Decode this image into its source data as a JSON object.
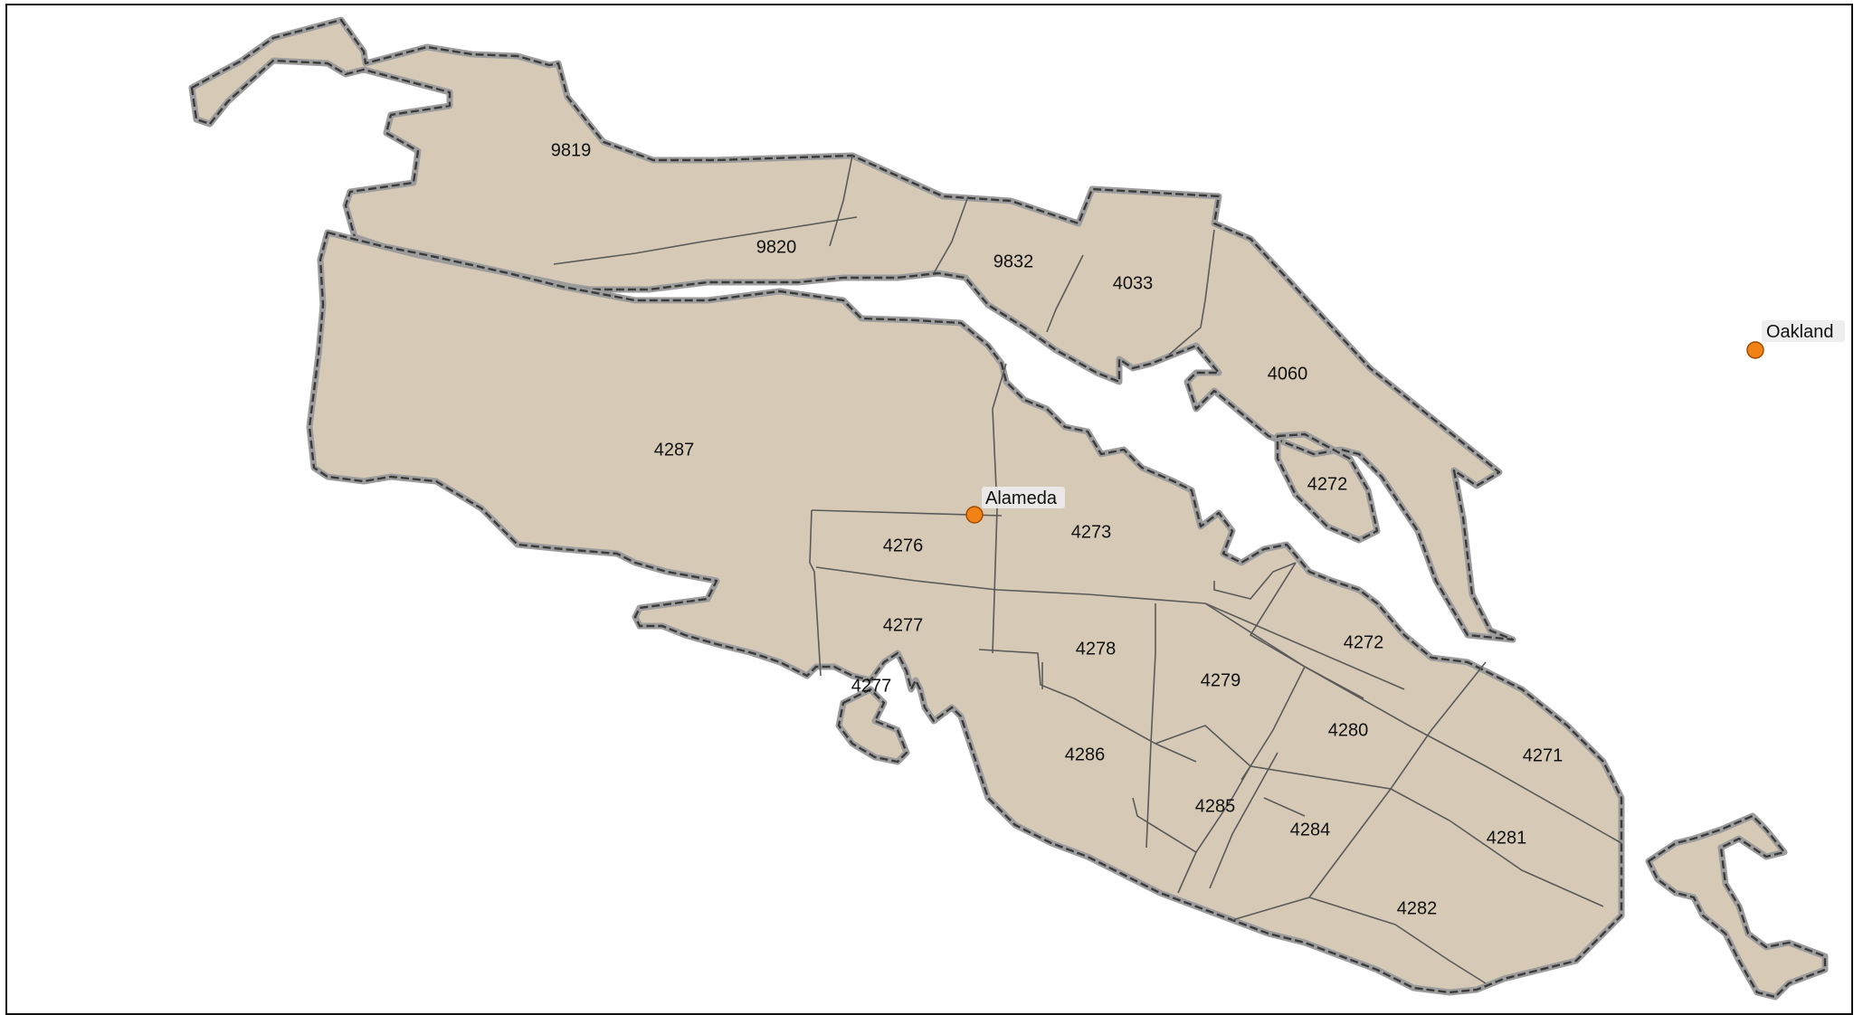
{
  "map": {
    "tracts": [
      {
        "label": "9819"
      },
      {
        "label": "9820"
      },
      {
        "label": "9832"
      },
      {
        "label": "4033"
      },
      {
        "label": "4060"
      },
      {
        "label": "4287"
      },
      {
        "label": "4272"
      },
      {
        "label": "4276"
      },
      {
        "label": "4273"
      },
      {
        "label": "4277"
      },
      {
        "label": "4278"
      },
      {
        "label": "4279"
      },
      {
        "label": "4272"
      },
      {
        "label": "4277"
      },
      {
        "label": "4280"
      },
      {
        "label": "4271"
      },
      {
        "label": "4286"
      },
      {
        "label": "4285"
      },
      {
        "label": "4284"
      },
      {
        "label": "4281"
      },
      {
        "label": "4282"
      }
    ],
    "cities": [
      {
        "name": "Alameda"
      },
      {
        "name": "Oakland"
      }
    ],
    "colors": {
      "land": "#d6cab7",
      "boundary": "#3a3a3a",
      "city_marker": "#f08216"
    }
  }
}
